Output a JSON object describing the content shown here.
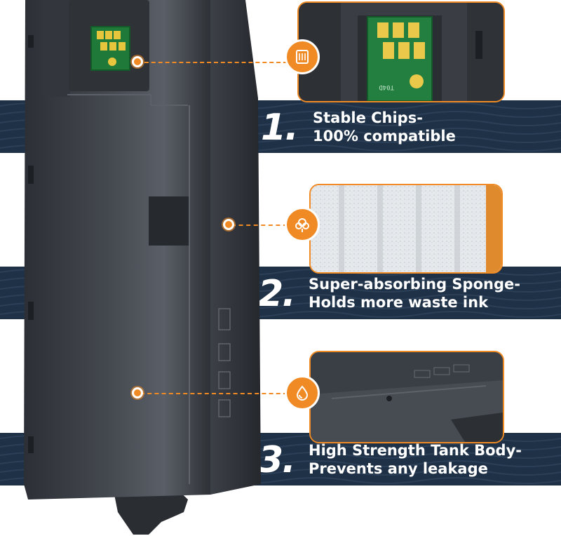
{
  "features": [
    {
      "number": "1.",
      "line1": "Stable Chips-",
      "line2": "100% compatible",
      "icon": "chip-icon"
    },
    {
      "number": "2.",
      "line1": "Super-absorbing Sponge-",
      "line2": "Holds more waste ink",
      "icon": "cotton-icon"
    },
    {
      "number": "3.",
      "line1": "High Strength Tank Body-",
      "line2": "Prevents any leakage",
      "icon": "water-drop-icon"
    }
  ],
  "chip_text": "T04D",
  "colors": {
    "accent": "#f08a24",
    "band": "#1f3147",
    "cartridge": "#3b3f45"
  }
}
